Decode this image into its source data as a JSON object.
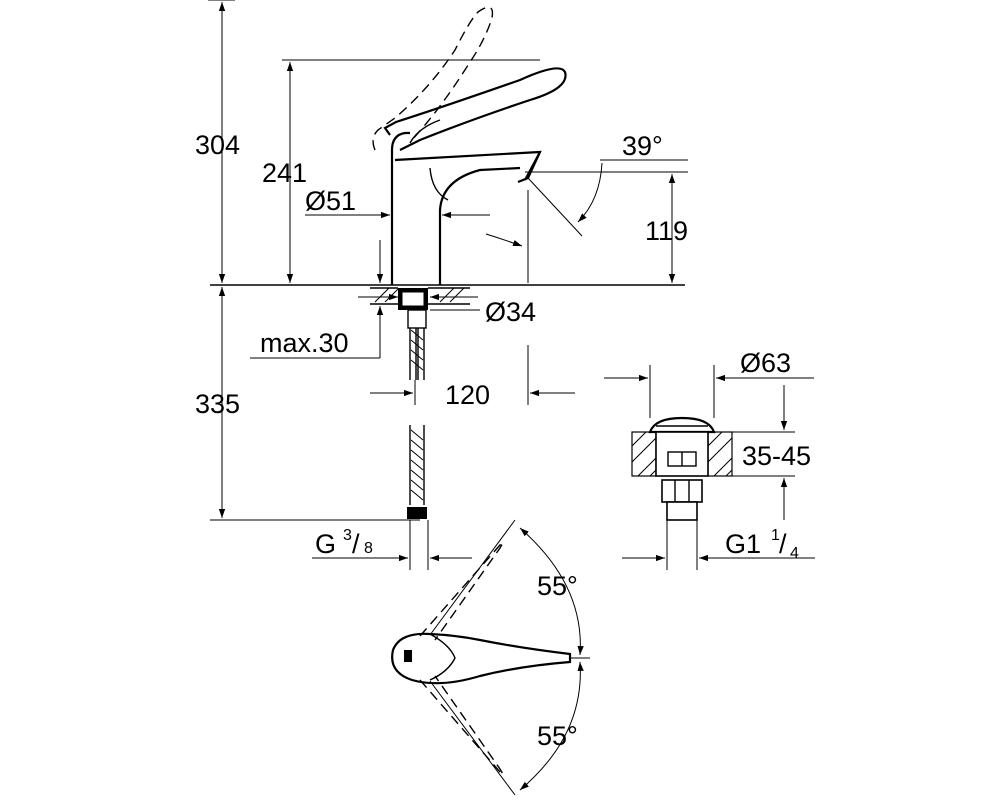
{
  "dimensions": {
    "total_height": "304",
    "spout_height": "241",
    "body_diameter": "Ø51",
    "lever_angle": "39°",
    "outlet_height": "119",
    "base_diameter": "Ø34",
    "max_thickness": "max.30",
    "below_height": "335",
    "projection": "120",
    "connection": "G",
    "connection_num": "3",
    "connection_den": "8",
    "waste_diameter": "Ø63",
    "waste_range": "35-45",
    "waste_thread": "G1",
    "waste_thread_num": "1",
    "waste_thread_den": "4",
    "swing_angle_top": "55°",
    "swing_angle_bottom": "55°"
  }
}
